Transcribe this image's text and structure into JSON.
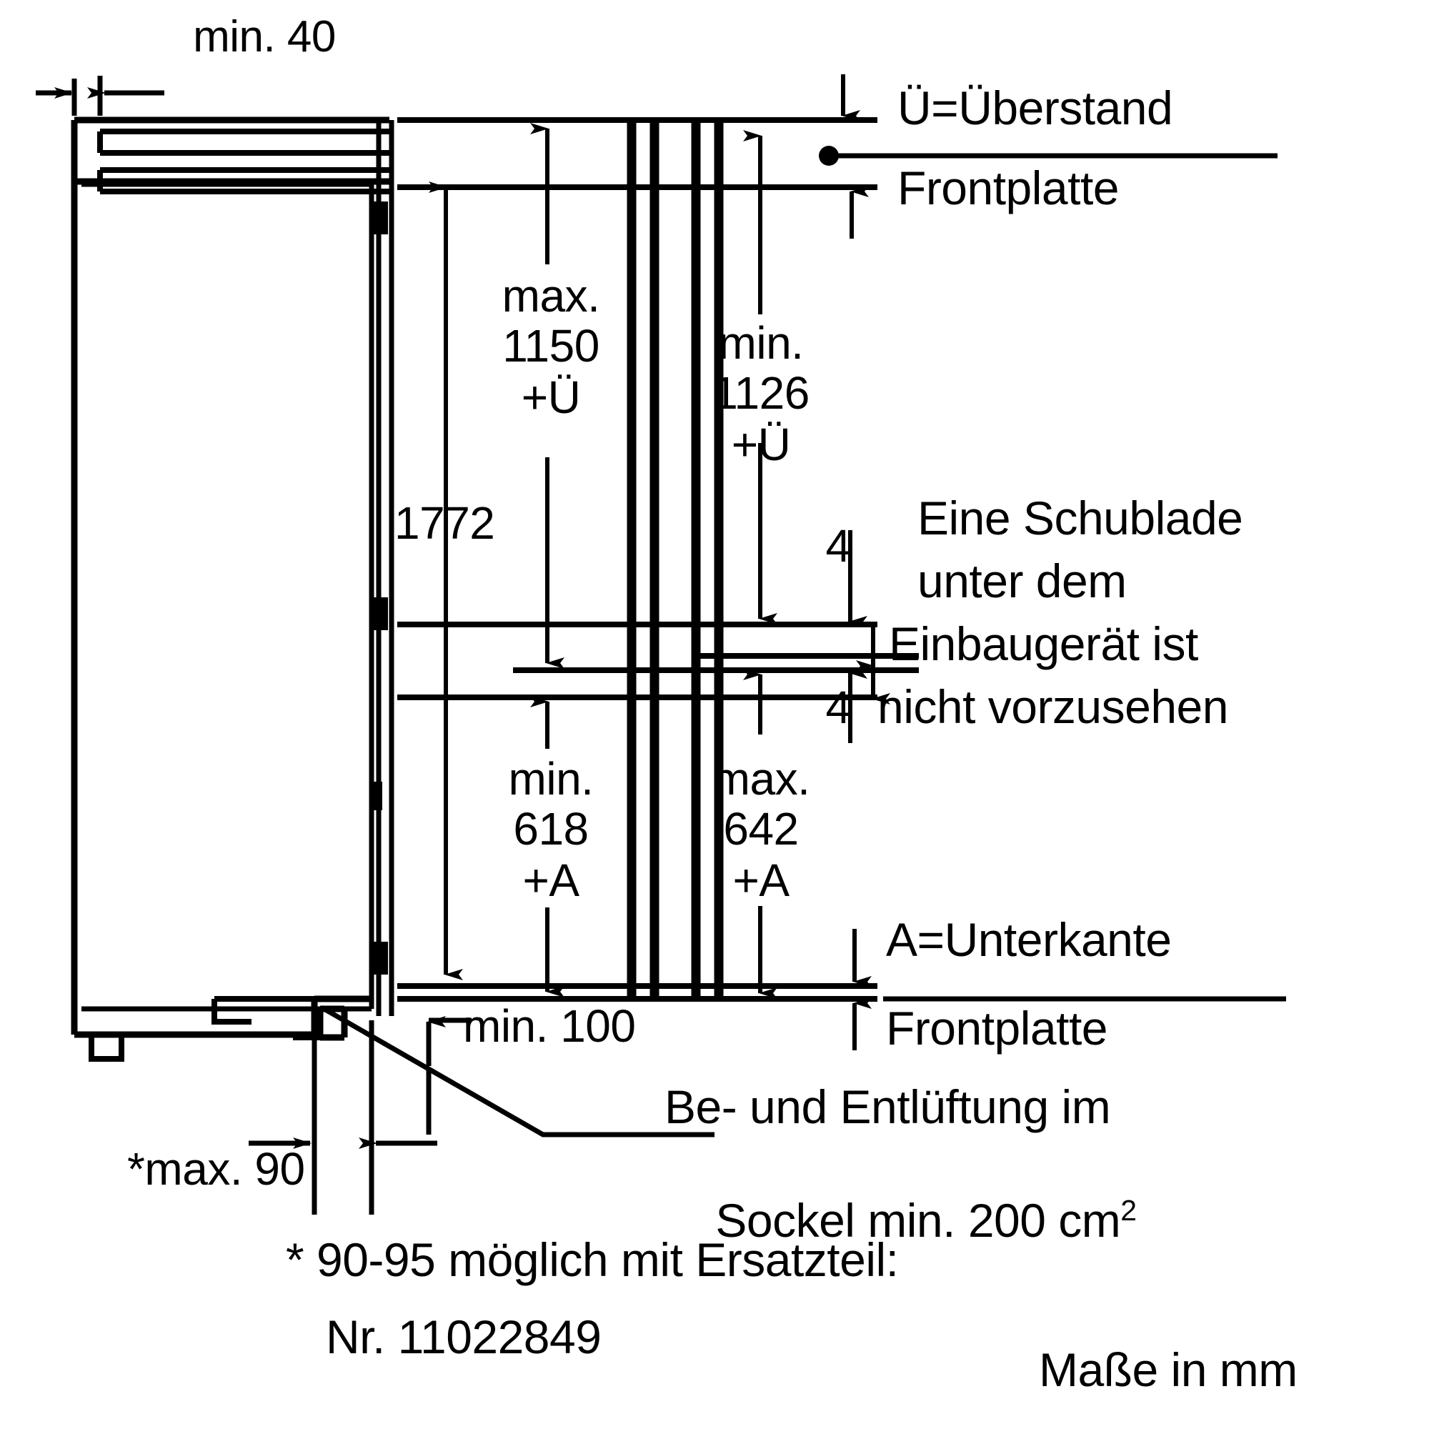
{
  "drawing": {
    "title": "Einbaumasse Kuehlgeraet - Installationszeichnung",
    "units_note": "Maße in mm",
    "stroke_color": "#000000",
    "background_color": "#ffffff"
  },
  "dimensions": {
    "niche_top_gap": "min. 40",
    "total_height": "1772",
    "upper_door_max": "max.\n1150\n+Ü",
    "upper_panel_min": "min.\n1126\n+Ü",
    "lower_door_min": "min.\n618\n+A",
    "lower_panel_max": "max.\n642\n+A",
    "gap_upper": "4",
    "gap_lower": "4",
    "socket_depth": "min. 100",
    "plinth_max": "*max. 90"
  },
  "annotations": {
    "ue_legend_line1": "Ü=Überstand",
    "ue_legend_line2": "Frontplatte",
    "drawer_note_line1": "Eine Schublade",
    "drawer_note_line2": "unter dem",
    "drawer_note_line3": "Einbaugerät ist",
    "drawer_note_line4": "nicht vorzusehen",
    "a_legend_line1": "A=Unterkante",
    "a_legend_line2": "Frontplatte",
    "vent_note_line1": "Be- und Entlüftung im",
    "vent_note_line2_pre": "Sockel min. 200 cm",
    "vent_note_line2_sup": "2",
    "footnote_line1": "* 90-95 möglich mit Ersatzteil:",
    "footnote_line2": "Nr. 11022849",
    "units_label": "Maße in mm"
  },
  "labels": {
    "min40": "min. 40",
    "max1150": "max.",
    "max1150_num": "1150",
    "max1150_suffix": "+Ü",
    "h1772": "1772",
    "min1126": "min.",
    "min1126_num": "1126",
    "min1126_suffix": "+Ü",
    "min618": "min.",
    "min618_num": "618",
    "min618_suffix": "+A",
    "max642": "max.",
    "max642_num": "642",
    "max642_suffix": "+A",
    "four_top": "4",
    "four_bottom": "4",
    "min100": "min. 100",
    "maxnine": "*max. 90"
  }
}
